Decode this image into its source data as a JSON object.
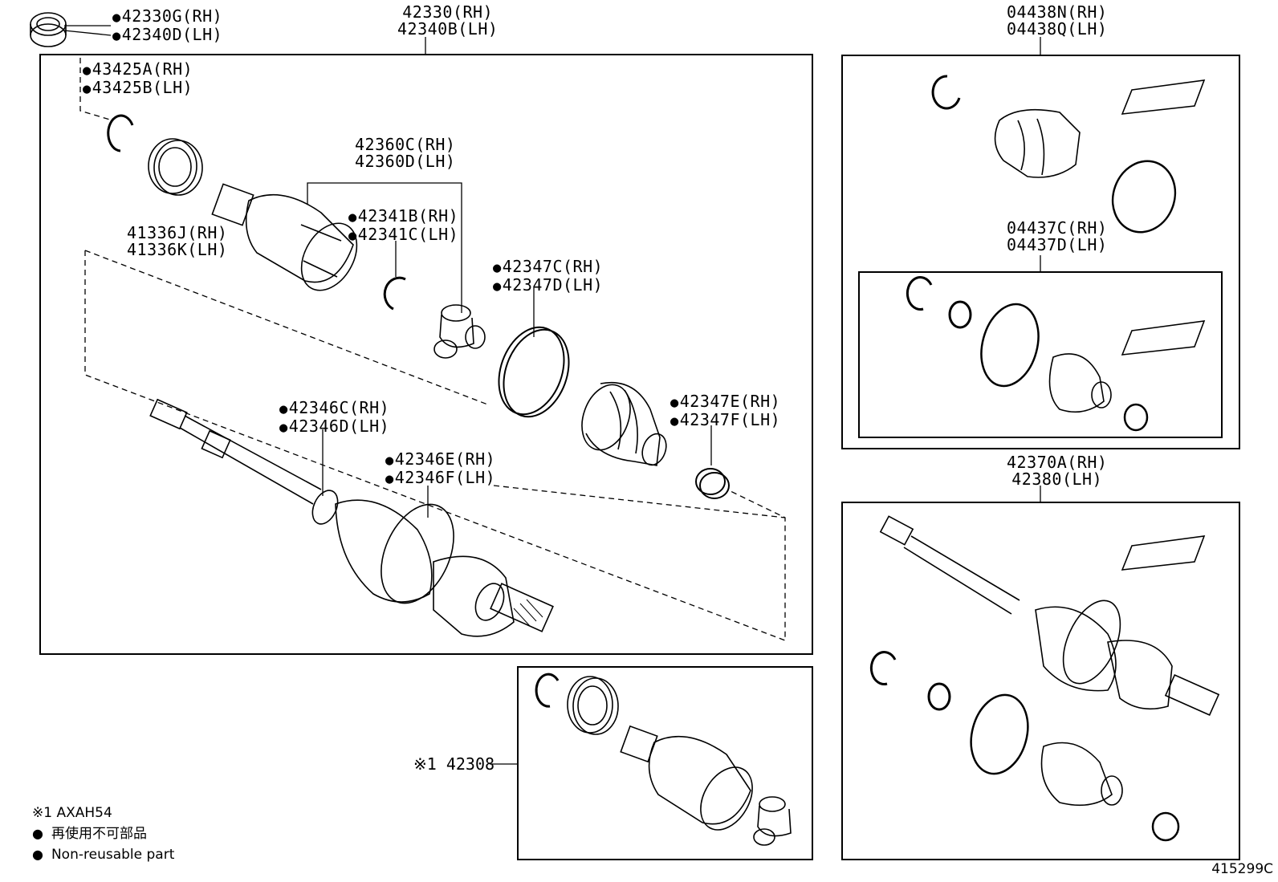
{
  "labels": {
    "p42330G": {
      "rh": "42330G(RH)",
      "lh": "42340D(LH)"
    },
    "p42330": {
      "rh": "42330(RH)",
      "lh": "42340B(LH)"
    },
    "p43425": {
      "rh": "43425A(RH)",
      "lh": "43425B(LH)"
    },
    "p42360": {
      "rh": "42360C(RH)",
      "lh": "42360D(LH)"
    },
    "p42341": {
      "rh": "42341B(RH)",
      "lh": "42341C(LH)"
    },
    "p41336": {
      "rh": "41336J(RH)",
      "lh": "41336K(LH)"
    },
    "p42347C": {
      "rh": "42347C(RH)",
      "lh": "42347D(LH)"
    },
    "p42346C": {
      "rh": "42346C(RH)",
      "lh": "42346D(LH)"
    },
    "p42346E": {
      "rh": "42346E(RH)",
      "lh": "42346F(LH)"
    },
    "p42347E": {
      "rh": "42347E(RH)",
      "lh": "42347F(LH)"
    },
    "p04438": {
      "rh": "04438N(RH)",
      "lh": "04438Q(LH)"
    },
    "p04437": {
      "rh": "04437C(RH)",
      "lh": "04437D(LH)"
    },
    "p42370": {
      "rh": "42370A(RH)",
      "lh": "42380(LH)"
    },
    "p42308": "※1 42308"
  },
  "legend": {
    "note1": "※1 AXAH54",
    "non_reusable_jp": "再使用不可部品",
    "non_reusable_en": "Non-reusable part"
  },
  "diagram_number": "415299C"
}
